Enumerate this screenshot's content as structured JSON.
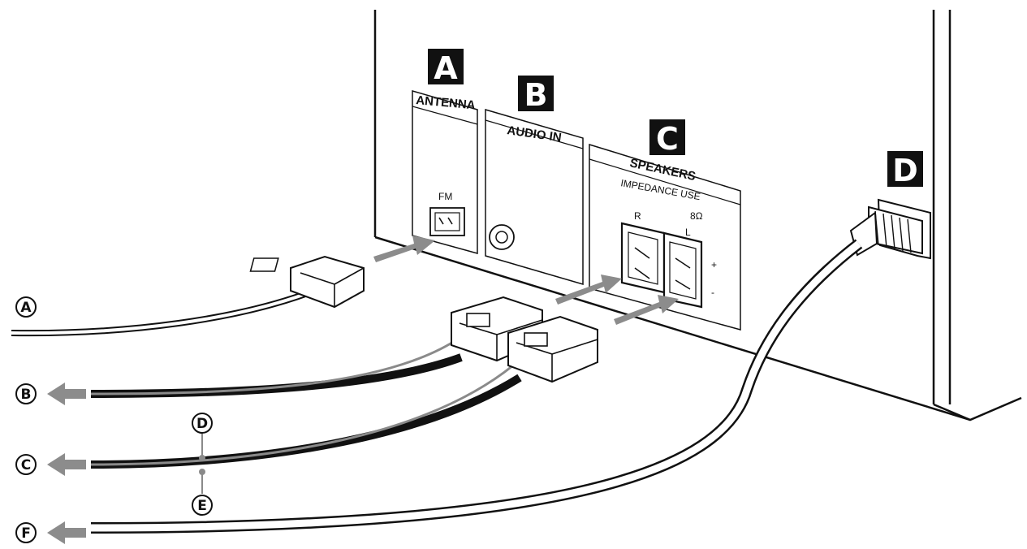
{
  "panel_letters": {
    "a": "A",
    "b": "B",
    "c": "C",
    "d": "D"
  },
  "panel_labels": {
    "antenna": "ANTENNA",
    "fm": "FM",
    "audio_in": "AUDIO IN",
    "speakers": "SPEAKERS",
    "impedance": "IMPEDANCE USE",
    "ohms": "8Ω",
    "right": "R",
    "left": "L",
    "plus": "+",
    "minus": "-"
  },
  "callouts": {
    "a": "A",
    "b": "B",
    "c": "C",
    "d": "D",
    "e": "E",
    "f": "F"
  },
  "colors": {
    "line": "#111111",
    "arrow": "#8c8c8c",
    "box": "#111111",
    "wire_gray": "#8a8a8a"
  }
}
